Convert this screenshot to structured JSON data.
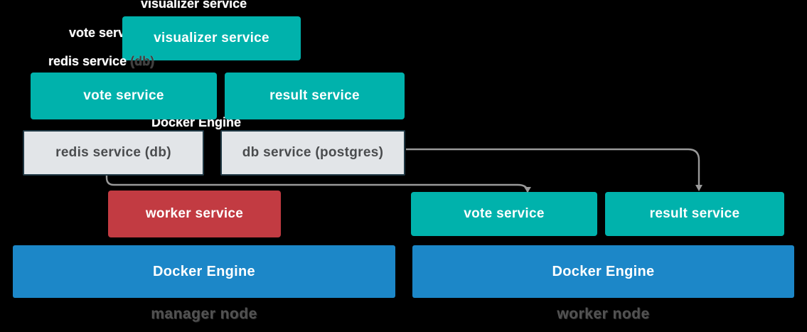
{
  "colors": {
    "background": "#000000",
    "teal": "#00b2ac",
    "red": "#c23b42",
    "blue": "#1c87c8",
    "gray_fill": "#e2e5e8",
    "gray_border": "#203844",
    "gray_text": "#4a4c4e",
    "node_label": "#525252",
    "connector": "#999999",
    "ghost_text": "#ffffff"
  },
  "ghost_labels": {
    "visualizer": "visualizer service",
    "vote": "vote service",
    "redis_main": "redis service",
    "redis_paren": " (db)",
    "docker_engine": "Docker Engine"
  },
  "manager_node": {
    "label": "manager node",
    "engine_label": "Docker Engine",
    "services": {
      "visualizer": "visualizer service",
      "vote": "vote service",
      "result": "result service",
      "redis": "redis service (db)",
      "db": "db service (postgres)",
      "worker": "worker service"
    }
  },
  "worker_node": {
    "label": "worker node",
    "engine_label": "Docker Engine",
    "services": {
      "vote": "vote service",
      "result": "result service"
    }
  }
}
